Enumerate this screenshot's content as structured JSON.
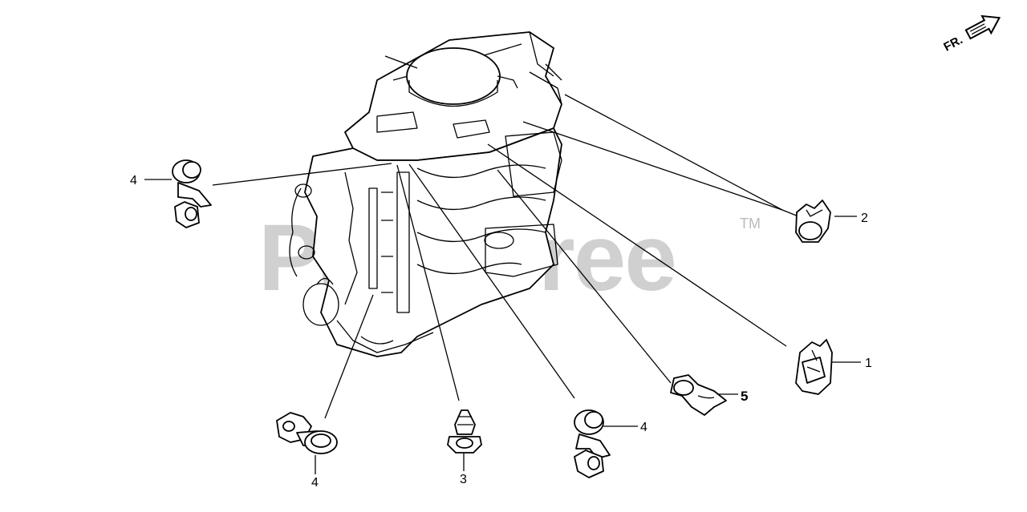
{
  "watermark": {
    "brand": "PartsTree",
    "trademark": "TM"
  },
  "direction_marker": {
    "label": "FR."
  },
  "callouts": {
    "part_1": "1",
    "part_2": "2",
    "part_3": "3",
    "part_4_left": "4",
    "part_4_bottom": "4",
    "part_4_right": "4",
    "part_5": "5"
  }
}
